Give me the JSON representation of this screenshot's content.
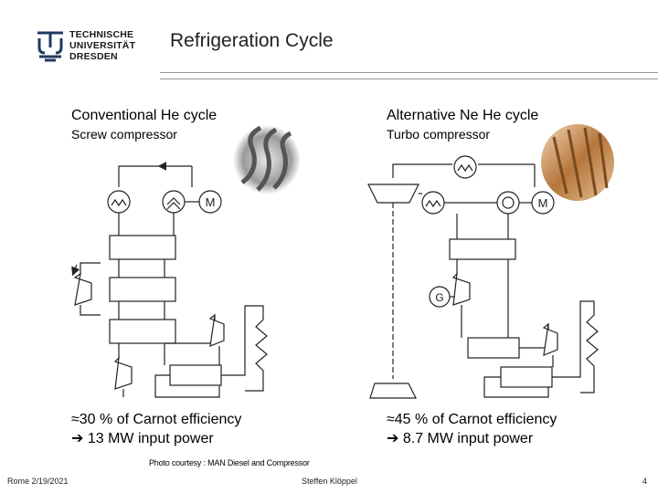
{
  "header": {
    "logo_lines": [
      "TECHNISCHE",
      "UNIVERSITÄT",
      "DRESDEN"
    ],
    "title": "Refrigeration Cycle"
  },
  "left": {
    "title": "Conventional He cycle",
    "subtitle": "Screw compressor",
    "motor_label": "M",
    "efficiency": "≈30 % of Carnot efficiency",
    "power": "13 MW input power"
  },
  "right": {
    "title": "Alternative Ne He cycle",
    "subtitle": "Turbo compressor",
    "motor_label": "M",
    "generator_label": "G",
    "efficiency": "≈45 % of Carnot efficiency",
    "power": "8.7 MW input power"
  },
  "credit": "Photo courtesy : MAN Diesel and Compressor",
  "footer": {
    "left": "Rome 2/19/2021",
    "center": "Steffen Klöppel",
    "page": "4"
  },
  "arrow_glyph": "➔"
}
